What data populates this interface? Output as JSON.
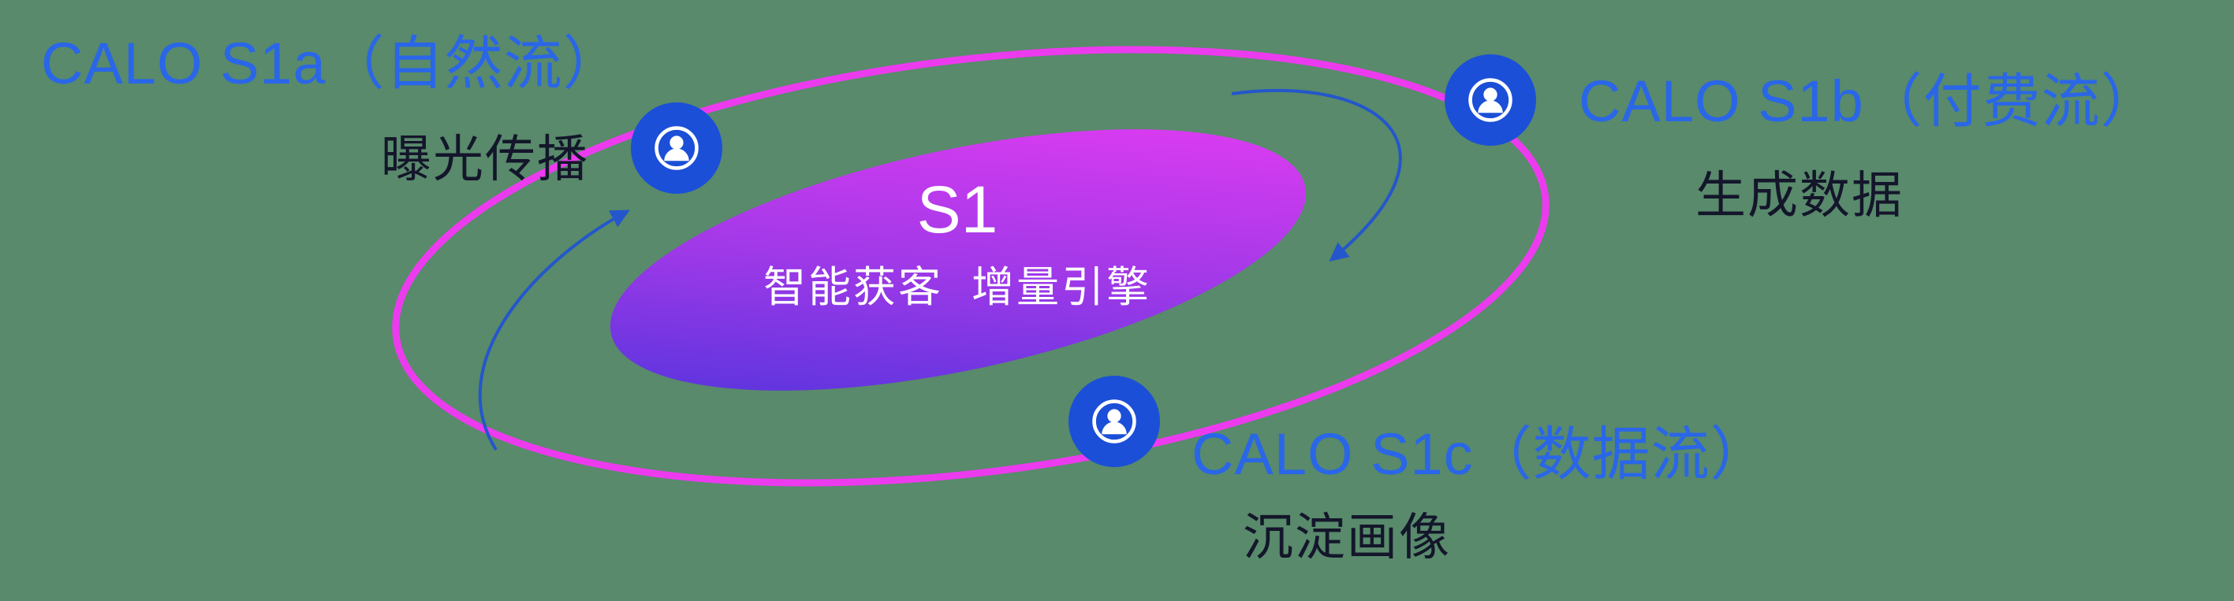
{
  "diagram": {
    "core": {
      "title": "S1",
      "subtitle": "智能获客  增量引擎"
    },
    "nodes": [
      {
        "id": "s1a",
        "label": "CALO S1a（自然流）",
        "sublabel": "曝光传播",
        "icon": "user-circle-icon"
      },
      {
        "id": "s1b",
        "label": "CALO S1b（付费流）",
        "sublabel": "生成数据",
        "icon": "user-circle-icon"
      },
      {
        "id": "s1c",
        "label": "CALO S1c（数据流）",
        "sublabel": "沉淀画像",
        "icon": "user-circle-icon"
      }
    ],
    "colors": {
      "background": "#588a6b",
      "orbit_ring": "#ec3bee",
      "node_fill": "#1b4fd8",
      "label_blue": "#2a66e8",
      "label_dark": "#14162b",
      "core_gradient_start": "#4733db",
      "core_gradient_mid": "#a139e8",
      "core_gradient_end": "#ea3cf3",
      "arrow": "#2456cc",
      "core_text": "#ffffff"
    }
  }
}
